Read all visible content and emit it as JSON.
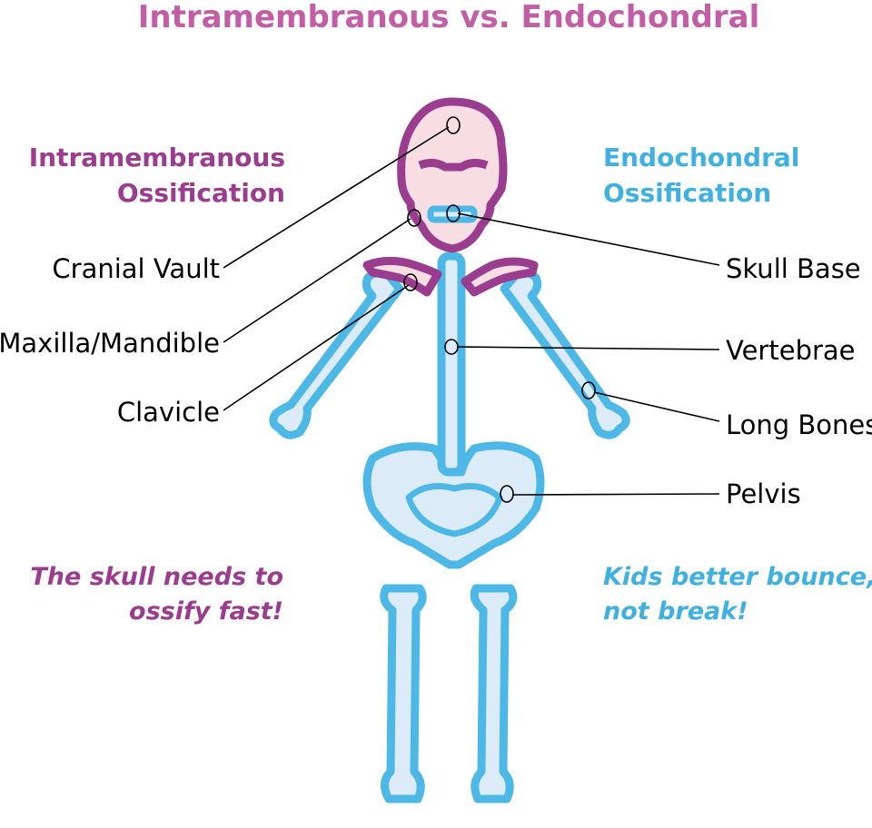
{
  "title": "Intramembranous vs. Endochondral",
  "left_heading": {
    "line1": "Intramembranous",
    "line2": "Ossification"
  },
  "right_heading": {
    "line1": "Endochondral",
    "line2": "Ossification"
  },
  "labels_left": {
    "cranial_vault": "Cranial Vault",
    "maxilla_mandible": "Maxilla/Mandible",
    "clavicle": "Clavicle"
  },
  "labels_right": {
    "skull_base": "Skull Base",
    "vertebrae": "Vertebrae",
    "long_bones": "Long Bones",
    "pelvis": "Pelvis"
  },
  "note_left": {
    "line1": "The skull needs to",
    "line2": "ossify fast!"
  },
  "note_right": {
    "line1": "Kids better bounce,",
    "line2": "not break!"
  },
  "colors": {
    "intramembranous": "#9a3d8f",
    "title": "#c25ea6",
    "endochondral": "#3fb0e0",
    "bone_outline": "#4db8e6",
    "bone_fill": "#dcebf8",
    "skull_fill": "#f8dde3"
  }
}
